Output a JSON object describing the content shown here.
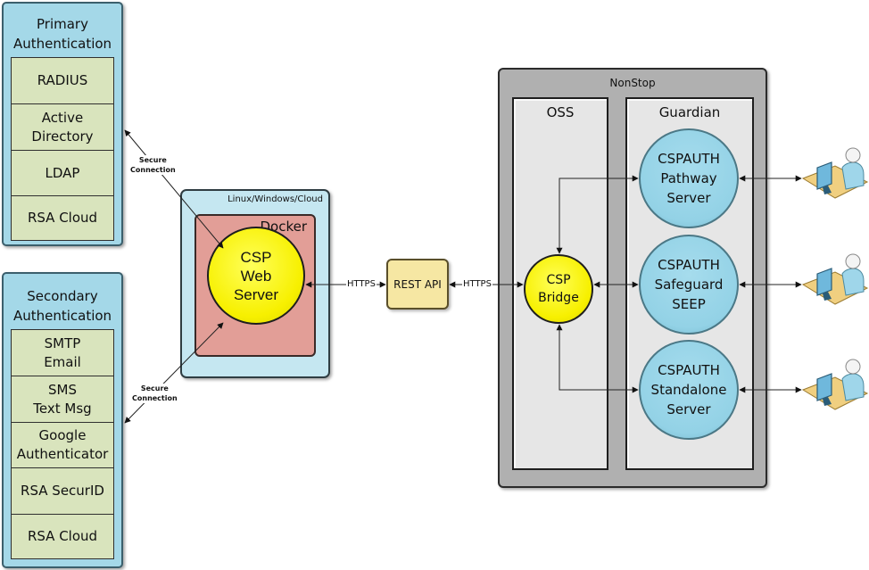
{
  "primary_auth": {
    "title": "Primary\nAuthentication",
    "items": [
      "RADIUS",
      "Active\nDirectory",
      "LDAP",
      "RSA Cloud"
    ]
  },
  "secondary_auth": {
    "title": "Secondary\nAuthentication",
    "items": [
      "SMTP\nEmail",
      "SMS\nText Msg",
      "Google\nAuthenticator",
      "RSA SecurID",
      "RSA Cloud"
    ]
  },
  "connections": {
    "secure_top": "Secure\nConnection",
    "secure_bottom": "Secure\nConnection",
    "https_left": "HTTPS",
    "https_right": "HTTPS"
  },
  "host": {
    "label": "Linux/Windows/Cloud",
    "container_label": "Docker",
    "web_server": "CSP\nWeb\nServer"
  },
  "rest_api": {
    "label": "REST API"
  },
  "nonstop": {
    "label": "NonStop",
    "oss": {
      "label": "OSS",
      "bridge": "CSP\nBridge"
    },
    "guardian": {
      "label": "Guardian",
      "nodes": [
        "CSPAUTH\nPathway\nServer",
        "CSPAUTH\nSafeguard\nSEEP",
        "CSPAUTH\nStandalone\nServer"
      ]
    }
  },
  "users": [
    {
      "icon": "user-workstation-icon"
    },
    {
      "icon": "user-workstation-icon"
    },
    {
      "icon": "user-workstation-icon"
    }
  ],
  "colors": {
    "auth_panel": "#a4d8e8",
    "auth_item": "#d9e4bd",
    "host": "#c5e7f1",
    "docker": "#e29e97",
    "web_server": "#f7f000",
    "rest_api": "#f6e7a3",
    "nonstop": "#b0b0b0",
    "pane": "#e6e6e6",
    "cspauth_node": "#93d2e6"
  }
}
